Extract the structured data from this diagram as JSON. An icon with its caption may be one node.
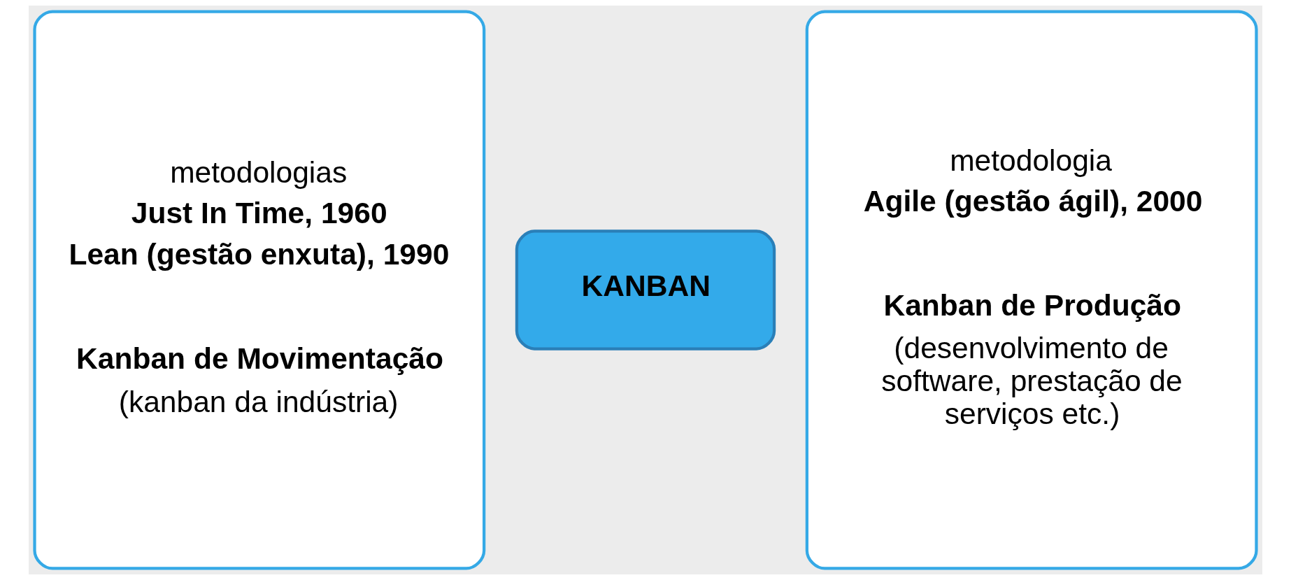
{
  "diagram": {
    "nodes": [
      {
        "text": [
          "metodologias",
          "Just In Time, 1960",
          "Lean (gestão enxuta), 1990",
          "Kanban de Movimentação",
          "(kanban da indústria)"
        ]
      },
      {
        "text": [
          "KANBAN"
        ]
      },
      {
        "text": [
          "metodologia",
          "Agile (gestão ágil), 2000",
          "Kanban de Produção",
          "(desenvolvimento de software, prestação de serviços etc.)"
        ]
      }
    ]
  }
}
